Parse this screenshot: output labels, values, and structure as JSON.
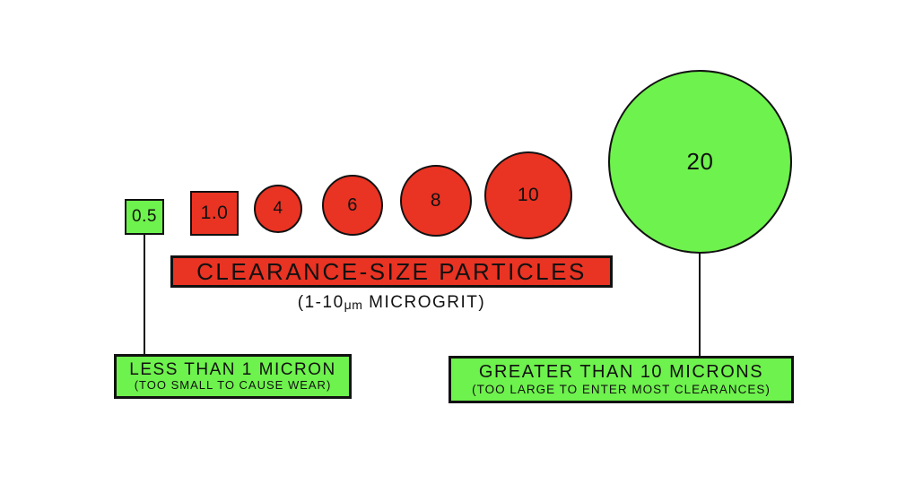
{
  "colors": {
    "green": "#6EF24D",
    "red": "#E93323",
    "outline": "#111111",
    "background": "#FFFFFF"
  },
  "banner": {
    "label": "CLEARANCE-SIZE PARTICLES"
  },
  "subtitle": {
    "prefix": "(1-10",
    "unit": "μm",
    "suffix": " MICROGRIT)"
  },
  "particles": [
    {
      "label": "0.5",
      "shape": "square",
      "color": "green"
    },
    {
      "label": "1.0",
      "shape": "square",
      "color": "red"
    },
    {
      "label": "4",
      "shape": "circle",
      "color": "red"
    },
    {
      "label": "6",
      "shape": "circle",
      "color": "red"
    },
    {
      "label": "8",
      "shape": "circle",
      "color": "red"
    },
    {
      "label": "10",
      "shape": "circle",
      "color": "red"
    },
    {
      "label": "20",
      "shape": "circle",
      "color": "green"
    }
  ],
  "callouts": {
    "left": {
      "line1": "LESS THAN 1 MICRON",
      "line2": "(TOO SMALL TO CAUSE WEAR)"
    },
    "right": {
      "line1": "GREATER THAN 10 MICRONS",
      "line2": "(TOO LARGE TO ENTER MOST CLEARANCES)"
    }
  }
}
